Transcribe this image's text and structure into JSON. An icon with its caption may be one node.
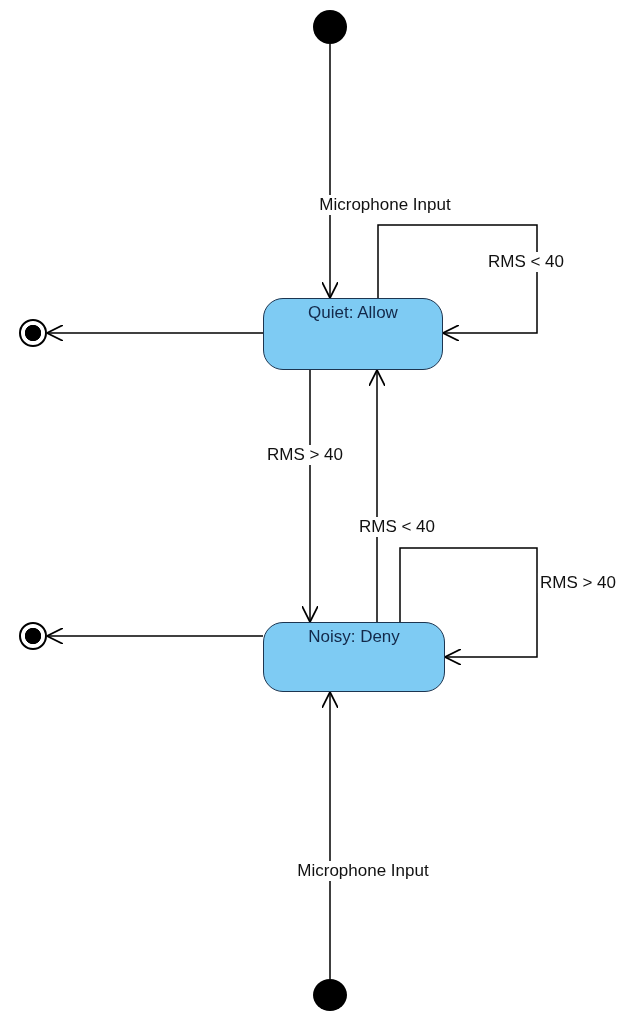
{
  "diagram": {
    "nodes": [
      {
        "text": [],
        "shape": "circle"
      },
      {
        "text": [],
        "shape": "circle"
      },
      {
        "text": [
          "Quiet: Allow"
        ]
      },
      {
        "text": [],
        "shape": "circle"
      },
      {
        "text": [
          "Noisy: Deny"
        ]
      },
      {
        "text": [],
        "shape": "circle"
      }
    ],
    "edges": [
      {
        "from": 0,
        "to": 2,
        "arrow": "to",
        "label": "Microphone Input"
      },
      {
        "from": 2,
        "to": 1,
        "arrow": "to"
      },
      {
        "from": 2,
        "to": 2,
        "arrow": "to",
        "label": "RMS < 40"
      },
      {
        "from": 2,
        "to": 4,
        "arrow": "to",
        "label": "RMS > 40"
      },
      {
        "from": 4,
        "to": 2,
        "arrow": "to",
        "label": "RMS < 40"
      },
      {
        "from": 4,
        "to": 4,
        "arrow": "to",
        "label": "RMS > 40"
      },
      {
        "from": 4,
        "to": 3,
        "arrow": "to"
      },
      {
        "from": 5,
        "to": 4,
        "arrow": "to",
        "label": "Microphone Input"
      }
    ]
  }
}
